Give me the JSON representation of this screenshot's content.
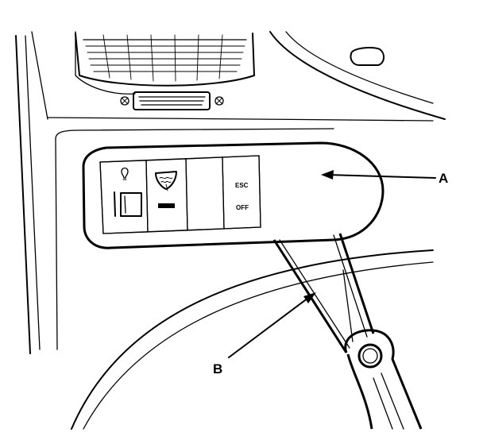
{
  "callouts": {
    "a": "A",
    "b": "B"
  },
  "switch_panel": {
    "esc_label": "ESC",
    "off_label": "OFF"
  },
  "colors": {
    "line": "#000000",
    "background": "#ffffff"
  }
}
